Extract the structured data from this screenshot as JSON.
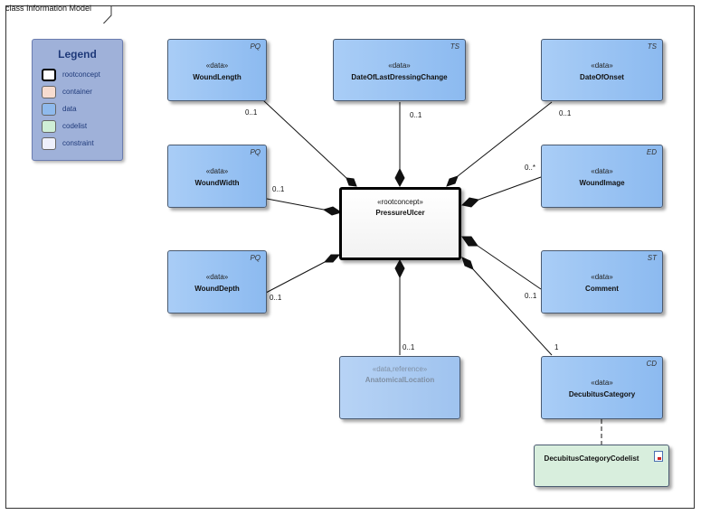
{
  "frame": {
    "label": "class Information Model"
  },
  "legend": {
    "title": "Legend",
    "items": [
      {
        "label": "rootconcept",
        "color": "#ffffff",
        "border": "#000000"
      },
      {
        "label": "container",
        "color": "#f6dcd0",
        "border": "#777777"
      },
      {
        "label": "data",
        "color": "#8fbaed",
        "border": "#777777"
      },
      {
        "label": "codelist",
        "color": "#cfeed6",
        "border": "#777777"
      },
      {
        "label": "constraint",
        "color": "#eef0fb",
        "border": "#777777"
      }
    ]
  },
  "root": {
    "stereotype": "«rootconcept»",
    "name": "PressureUlcer"
  },
  "nodes": {
    "wound_length": {
      "stereotype": "«data»",
      "name": "WoundLength",
      "type": "PQ",
      "multiplicity": "0..1"
    },
    "date_last_dressing": {
      "stereotype": "«data»",
      "name": "DateOfLastDressingChange",
      "type": "TS",
      "multiplicity": "0..1"
    },
    "date_onset": {
      "stereotype": "«data»",
      "name": "DateOfOnset",
      "type": "TS",
      "multiplicity": "0..1"
    },
    "wound_width": {
      "stereotype": "«data»",
      "name": "WoundWidth",
      "type": "PQ",
      "multiplicity": "0..1"
    },
    "wound_image": {
      "stereotype": "«data»",
      "name": "WoundImage",
      "type": "ED",
      "multiplicity": "0..*"
    },
    "wound_depth": {
      "stereotype": "«data»",
      "name": "WoundDepth",
      "type": "PQ",
      "multiplicity": "0..1"
    },
    "comment": {
      "stereotype": "«data»",
      "name": "Comment",
      "type": "ST",
      "multiplicity": "0..1"
    },
    "anatomical_location": {
      "stereotype": "«data,reference»",
      "name": "AnatomicalLocation",
      "multiplicity": "0..1"
    },
    "decubitus_category": {
      "stereotype": "«data»",
      "name": "DecubitusCategory",
      "type": "CD",
      "multiplicity": "1"
    }
  },
  "codelist": {
    "name": "DecubitusCategoryCodelist"
  },
  "colors": {
    "data": "#8fbaed",
    "codelist": "#d8eedd",
    "legend_bg": "#9fb1d9"
  }
}
